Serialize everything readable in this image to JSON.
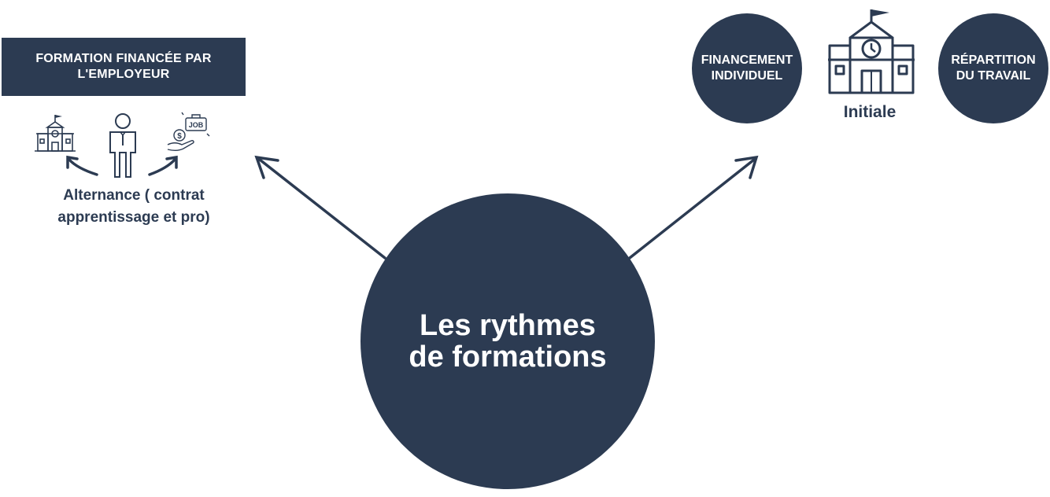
{
  "left_branch": {
    "box_title": "FORMATION FINANCÉE PAR L'EMPLOYEUR",
    "icon_labels": {
      "job_tag": "JOB",
      "coin": "$"
    },
    "label": "Alternance ( contrat apprentissage et pro)"
  },
  "center": {
    "title": "Les rythmes de formations"
  },
  "right_branch": {
    "circle_left": "FINANCEMENT INDIVIDUEL",
    "label": "Initiale",
    "circle_right": "RÉPARTITION DU TRAVAIL"
  },
  "colors": {
    "navy": "#2c3b52",
    "white": "#ffffff"
  },
  "icons": [
    "school-icon",
    "employee-icon",
    "job-hand-icon",
    "curved-arrow-left-icon",
    "curved-arrow-right-icon",
    "large-school-icon",
    "arrow-left-icon",
    "arrow-right-icon"
  ]
}
